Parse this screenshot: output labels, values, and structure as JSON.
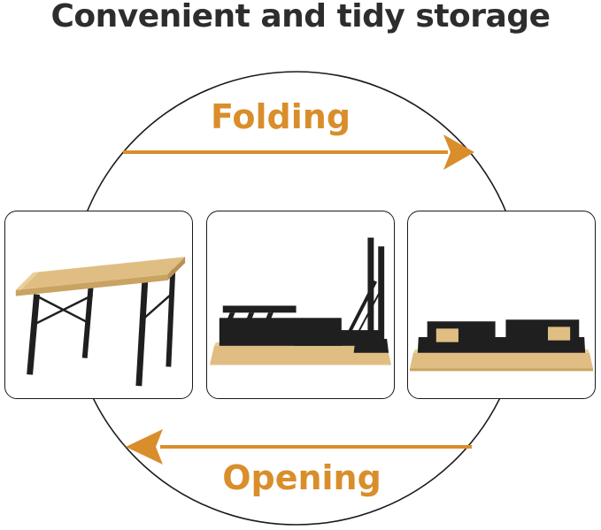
{
  "title": "Convenient and tidy storage",
  "cycle": {
    "folding_label": "Folding",
    "opening_label": "Opening"
  },
  "stages": [
    {
      "name": "table-unfolded-illustration"
    },
    {
      "name": "table-half-folded-illustration"
    },
    {
      "name": "table-fully-folded-illustration"
    }
  ],
  "colors": {
    "accent": "#D98E2B",
    "title": "#2D2D2D",
    "outline": "#1A1A1A",
    "wood": "#E0BE83",
    "wood_light": "#EACE9A",
    "wood_dark": "#C8A362",
    "metal": "#1F1F1F"
  }
}
